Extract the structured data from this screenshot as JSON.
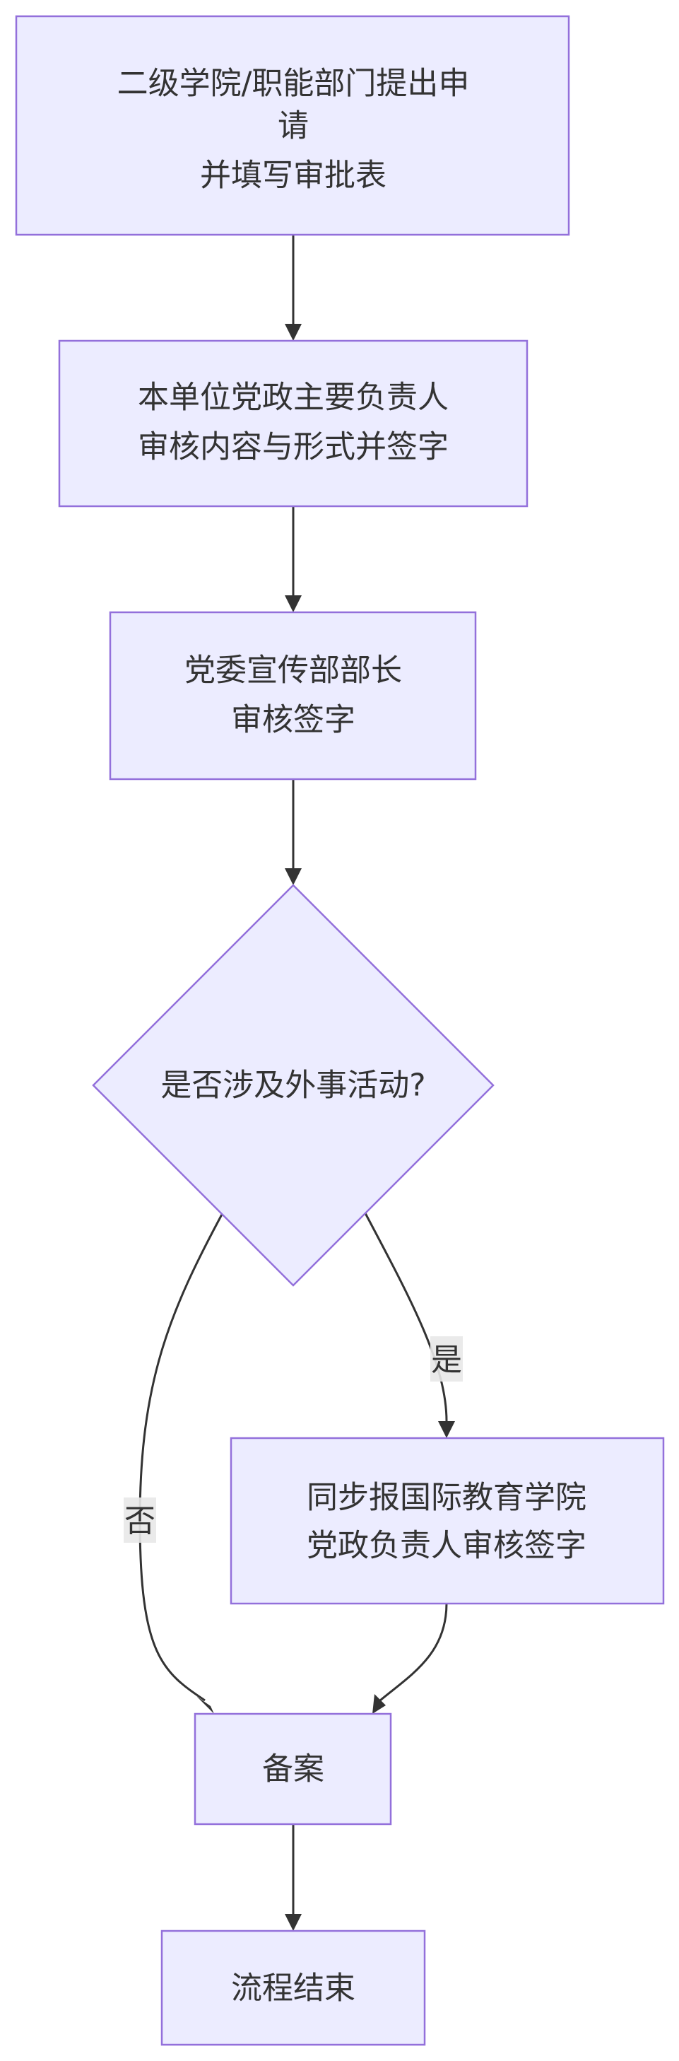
{
  "diagram": {
    "type": "flowchart",
    "colors": {
      "node_fill": "#ECECFF",
      "node_stroke": "#9370DB",
      "edge": "#333333",
      "text": "#333333",
      "edge_label_bg": "#E8E8E8"
    },
    "nodes": {
      "apply": {
        "shape": "rect",
        "lines": [
          "二级学院/职能部门提出申",
          "请",
          "并填写审批表"
        ]
      },
      "unit_review": {
        "shape": "rect",
        "lines": [
          "本单位党政主要负责人",
          "审核内容与形式并签字"
        ]
      },
      "propaganda_review": {
        "shape": "rect",
        "lines": [
          "党委宣传部部长",
          "审核签字"
        ]
      },
      "foreign_affairs_check": {
        "shape": "diamond",
        "lines": [
          "是否涉及外事活动?"
        ]
      },
      "intl_review": {
        "shape": "rect",
        "lines": [
          "同步报国际教育学院",
          "党政负责人审核签字"
        ]
      },
      "file_record": {
        "shape": "rect",
        "lines": [
          "备案"
        ]
      },
      "end": {
        "shape": "rect",
        "lines": [
          "流程结束"
        ]
      }
    },
    "edges": [
      {
        "from": "apply",
        "to": "unit_review",
        "label": ""
      },
      {
        "from": "unit_review",
        "to": "propaganda_review",
        "label": ""
      },
      {
        "from": "propaganda_review",
        "to": "foreign_affairs_check",
        "label": ""
      },
      {
        "from": "foreign_affairs_check",
        "to": "file_record",
        "label": "否"
      },
      {
        "from": "foreign_affairs_check",
        "to": "intl_review",
        "label": "是"
      },
      {
        "from": "intl_review",
        "to": "file_record",
        "label": ""
      },
      {
        "from": "file_record",
        "to": "end",
        "label": ""
      }
    ]
  }
}
